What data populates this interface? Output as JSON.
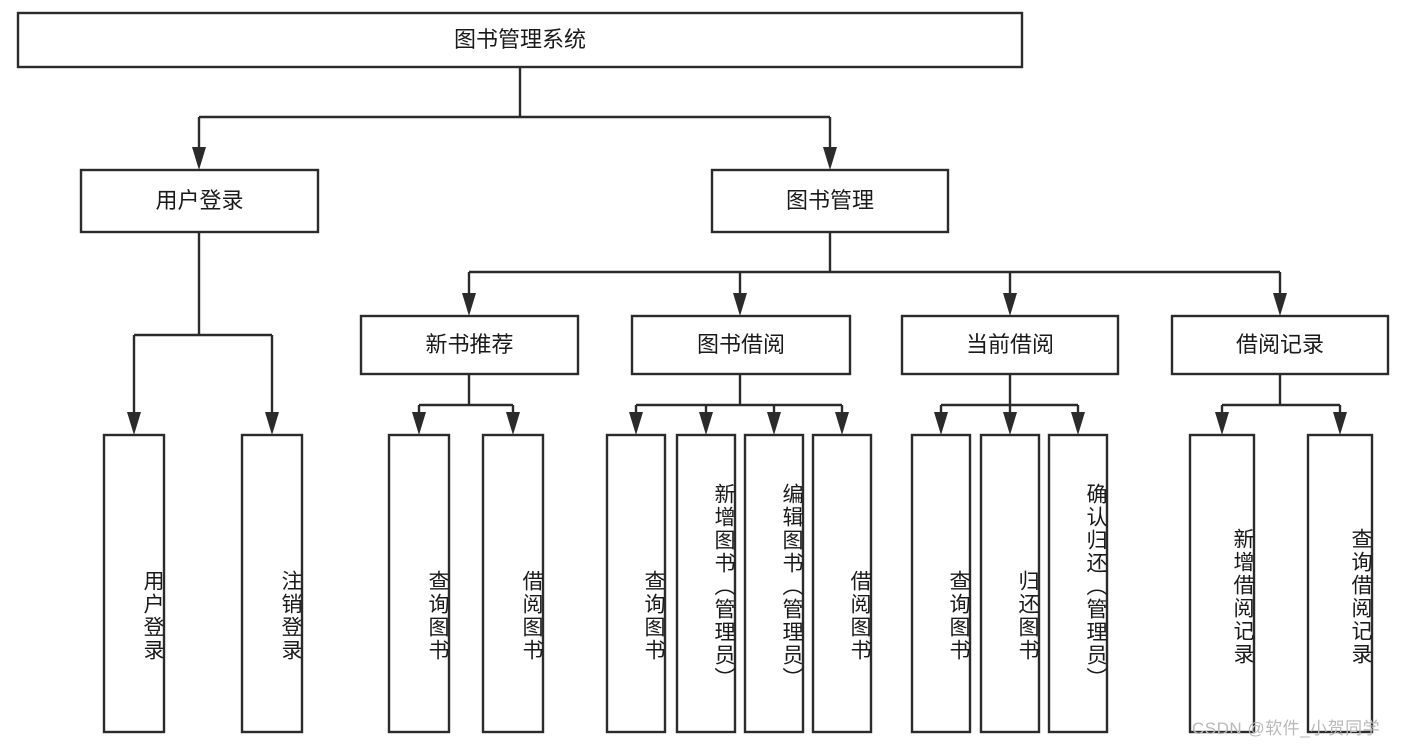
{
  "diagram": {
    "type": "tree-hierarchy",
    "title": "图书管理系统",
    "orientation": "top-down",
    "watermark": "CSDN @软件_小贺同学",
    "colors": {
      "box_stroke": "#2b2b2b",
      "box_fill": "#ffffff",
      "edge": "#2b2b2b",
      "text": "#1a1a1a",
      "background": "#ffffff",
      "watermark": "#b9b9b9"
    },
    "levels": [
      {
        "level": 1,
        "nodes": [
          {
            "id": "root",
            "label": "图书管理系统",
            "orientation": "horizontal"
          }
        ]
      },
      {
        "level": 2,
        "nodes": [
          {
            "id": "login",
            "label": "用户登录",
            "orientation": "horizontal",
            "parent": "root"
          },
          {
            "id": "bookmgmt",
            "label": "图书管理",
            "orientation": "horizontal",
            "parent": "root"
          }
        ]
      },
      {
        "level": 3,
        "nodes": [
          {
            "id": "newbook",
            "label": "新书推荐",
            "orientation": "horizontal",
            "parent": "bookmgmt"
          },
          {
            "id": "borrow",
            "label": "图书借阅",
            "orientation": "horizontal",
            "parent": "bookmgmt"
          },
          {
            "id": "current",
            "label": "当前借阅",
            "orientation": "horizontal",
            "parent": "bookmgmt"
          },
          {
            "id": "records",
            "label": "借阅记录",
            "orientation": "horizontal",
            "parent": "bookmgmt"
          }
        ]
      },
      {
        "level": 4,
        "nodes": [
          {
            "id": "leaf-1",
            "label": "用户登录",
            "orientation": "vertical",
            "parent": "login"
          },
          {
            "id": "leaf-2",
            "label": "注销登录",
            "orientation": "vertical",
            "parent": "login"
          },
          {
            "id": "leaf-3",
            "label": "查询图书",
            "orientation": "vertical",
            "parent": "newbook"
          },
          {
            "id": "leaf-4",
            "label": "借阅图书",
            "orientation": "vertical",
            "parent": "newbook"
          },
          {
            "id": "leaf-5",
            "label": "查询图书",
            "orientation": "vertical",
            "parent": "borrow"
          },
          {
            "id": "leaf-6",
            "label": "新增图书（管理员）",
            "orientation": "vertical",
            "parent": "borrow"
          },
          {
            "id": "leaf-7",
            "label": "编辑图书（管理员）",
            "orientation": "vertical",
            "parent": "borrow"
          },
          {
            "id": "leaf-8",
            "label": "借阅图书",
            "orientation": "vertical",
            "parent": "borrow"
          },
          {
            "id": "leaf-9",
            "label": "查询图书",
            "orientation": "vertical",
            "parent": "current"
          },
          {
            "id": "leaf-10",
            "label": "归还图书",
            "orientation": "vertical",
            "parent": "current"
          },
          {
            "id": "leaf-11",
            "label": "确认归还（管理员）",
            "orientation": "vertical",
            "parent": "current"
          },
          {
            "id": "leaf-12",
            "label": "新增借阅记录",
            "orientation": "vertical",
            "parent": "records"
          },
          {
            "id": "leaf-13",
            "label": "查询借阅记录",
            "orientation": "vertical",
            "parent": "records"
          }
        ]
      }
    ]
  }
}
